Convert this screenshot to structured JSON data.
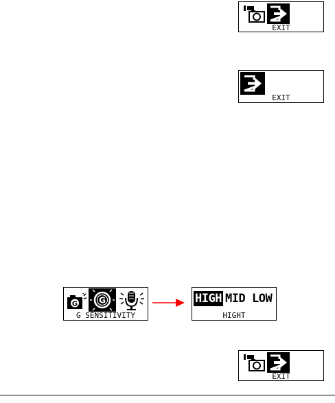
{
  "screens": {
    "exit_menu_1": {
      "label": "EXIT",
      "icons": [
        "camera-mode-icon",
        "exit-icon"
      ]
    },
    "exit_menu_2": {
      "label": "EXIT",
      "icons": [
        "exit-icon"
      ]
    },
    "g_sensitivity_menu": {
      "label": "G SENSITIVITY",
      "icons": [
        "g-camera-icon",
        "g-sensor-icon",
        "microphone-icon"
      ]
    },
    "sensitivity_options": {
      "options": [
        "HIGH",
        "MID",
        "LOW"
      ],
      "selected": "HIGH",
      "label": "HIGHT"
    },
    "exit_menu_3": {
      "label": "EXIT",
      "icons": [
        "camera-mode-icon",
        "exit-icon"
      ]
    }
  },
  "colors": {
    "lcd_fg": "#000000",
    "lcd_bg": "#ffffff",
    "arrow": "#ff0000"
  }
}
